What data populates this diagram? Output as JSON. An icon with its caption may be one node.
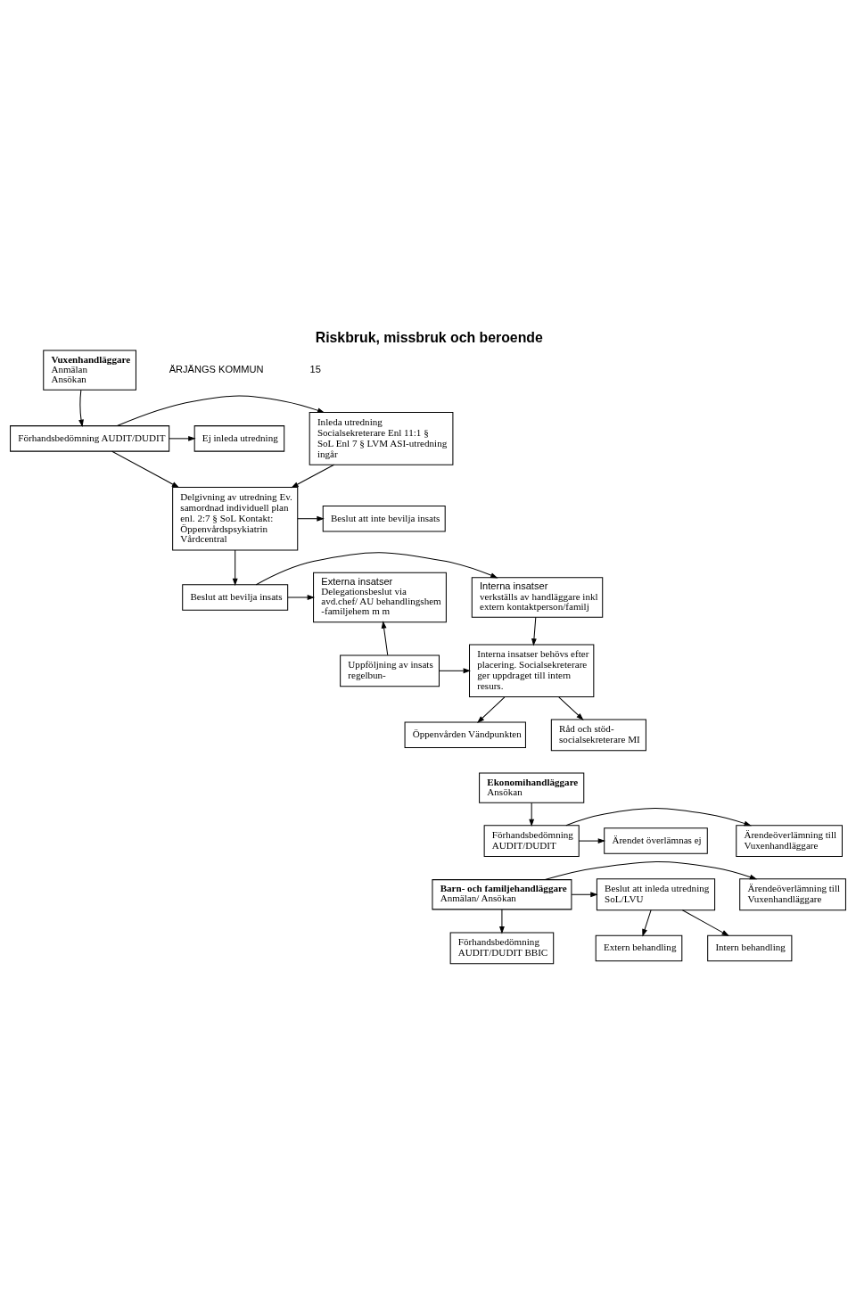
{
  "diagram": {
    "title": "Riskbruk, missbruk och beroende",
    "nodes": [
      {
        "text": [
          "Vuxenhandläggare",
          "Anmälan",
          "Ansökan"
        ]
      },
      {
        "text": [
          "Inleda utredning Socialsekreterare Enl 11:1 § SoL Enl 7 § LVM ASI-utredning ingår"
        ]
      },
      {
        "text": [
          "Förhandsbedömning AUDIT/DUDIT"
        ]
      },
      {
        "text": [
          "Ej inleda utredning"
        ]
      },
      {
        "text": [
          "Delgivning av utredning Ev. samordnad individuell plan enl. 2:7 § SoL Kontakt: Öppenvårdspsykiatrin Vårdcentral"
        ]
      },
      {
        "text": [
          "Beslut att inte bevilja insats"
        ]
      },
      {
        "text": [
          "Externa insatser",
          "Delegationsbeslut via avd.chef/ AU behandlingshem -familjehem m m"
        ]
      },
      {
        "text": [
          "Beslut att bevilja insats"
        ]
      },
      {
        "text": [
          "Interna insatser",
          "verkställs av handläggare inkl extern kontaktperson/familj"
        ]
      },
      {
        "text": [
          "Uppföljning av insats regelbun-"
        ]
      },
      {
        "text": [
          "Interna insatser behövs efter placering. Socialsekreterare ger uppdraget till intern resurs."
        ]
      },
      {
        "text": [
          "Öppenvården Vändpunkten"
        ]
      },
      {
        "text": [
          "Råd och stöd- socialsekreterare MI"
        ]
      },
      {
        "text": [
          "Ekonomihandläggare",
          "Ansökan"
        ]
      },
      {
        "text": [
          "Ärendeöverlämning till Vuxenhandläggare"
        ]
      },
      {
        "text": [
          "Förhandsbedömning",
          "AUDIT/DUDIT"
        ]
      },
      {
        "text": [
          "Ärendet överlämnas ej"
        ]
      },
      {
        "text": [
          "Ärendeöverlämning till Vuxenhandläggare"
        ]
      },
      {
        "text": [
          "Barn- och familjehandläggare",
          "Anmälan/ Ansökan"
        ]
      },
      {
        "text": [
          "Beslut att inleda utredning SoL/LVU"
        ]
      },
      {
        "text": [
          "Förhandsbedömning",
          "AUDIT/DUDIT BBIC"
        ]
      },
      {
        "text": [
          "Intern behandling"
        ]
      },
      {
        "text": [
          "Extern behandling"
        ]
      }
    ],
    "edges": [
      {
        "from": 0,
        "to": 2,
        "arrow": "to"
      },
      {
        "from": 2,
        "to": 1,
        "arrow": "to"
      },
      {
        "from": 2,
        "to": 3,
        "arrow": "to"
      },
      {
        "from": 2,
        "to": 4,
        "arrow": "to"
      },
      {
        "from": 1,
        "to": 4,
        "arrow": "to"
      },
      {
        "from": 4,
        "to": 5,
        "arrow": "to"
      },
      {
        "from": 4,
        "to": 7,
        "arrow": "to"
      },
      {
        "from": 7,
        "to": 6,
        "arrow": "to"
      },
      {
        "from": 7,
        "to": 8,
        "arrow": "to"
      },
      {
        "from": 9,
        "to": 6,
        "arrow": "to"
      },
      {
        "from": 9,
        "to": 10,
        "arrow": "to"
      },
      {
        "from": 8,
        "to": 10,
        "arrow": "to"
      },
      {
        "from": 10,
        "to": 11,
        "arrow": "to"
      },
      {
        "from": 10,
        "to": 12,
        "arrow": "to"
      },
      {
        "from": 13,
        "to": 15,
        "arrow": "to"
      },
      {
        "from": 15,
        "to": 14,
        "arrow": "to"
      },
      {
        "from": 15,
        "to": 16,
        "arrow": "to"
      },
      {
        "from": 18,
        "to": 17,
        "arrow": "to"
      },
      {
        "from": 18,
        "to": 19,
        "arrow": "to"
      },
      {
        "from": 18,
        "to": 20,
        "arrow": "to"
      },
      {
        "from": 19,
        "to": 21,
        "arrow": "to"
      },
      {
        "from": 19,
        "to": 22,
        "arrow": "to"
      }
    ],
    "labels": [
      "ÄRJÄNGS KOMMUN",
      "15"
    ]
  }
}
